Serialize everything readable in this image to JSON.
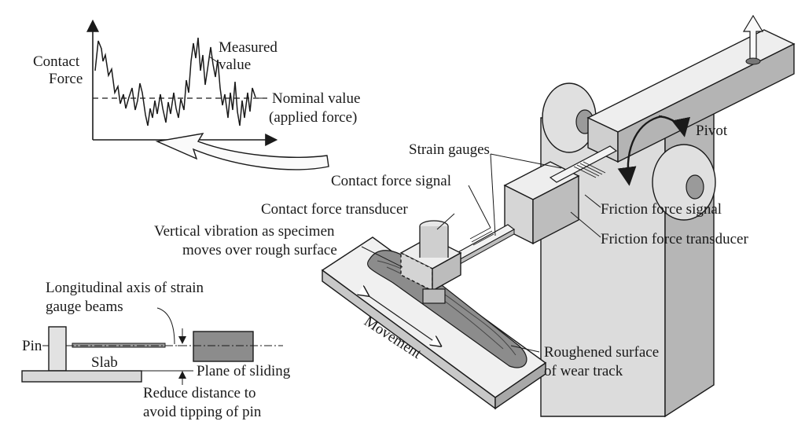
{
  "graph": {
    "y_label_line1": "Contact",
    "y_label_line2": "Force",
    "measured_line1": "Measured",
    "measured_line2": "value",
    "nominal_line1": "Nominal value",
    "nominal_line2": "(applied force)"
  },
  "apparatus": {
    "pivot": "Pivot",
    "strain_gauges": "Strain gauges",
    "contact_force_signal": "Contact force signal",
    "contact_force_transducer": "Contact force transducer",
    "friction_force_signal": "Friction force signal",
    "friction_force_transducer": "Friction force transducer",
    "vibration_line1": "Vertical vibration as specimen",
    "vibration_line2": "moves over rough surface",
    "movement": "Movement",
    "roughened_line1": "Roughened surface",
    "roughened_line2": "of wear track"
  },
  "inset": {
    "axis_line1": "Longitudinal axis of strain",
    "axis_line2": "gauge beams",
    "pin": "Pin",
    "slab": "Slab",
    "plane_of_sliding": "Plane of sliding",
    "reduce_line1": "Reduce distance to",
    "reduce_line2": "avoid tipping of pin"
  },
  "colors": {
    "stroke": "#1a1a1a",
    "fill_light": "#e6e6e6",
    "fill_mid": "#cfcfcf",
    "fill_dark": "#9a9a9a"
  }
}
